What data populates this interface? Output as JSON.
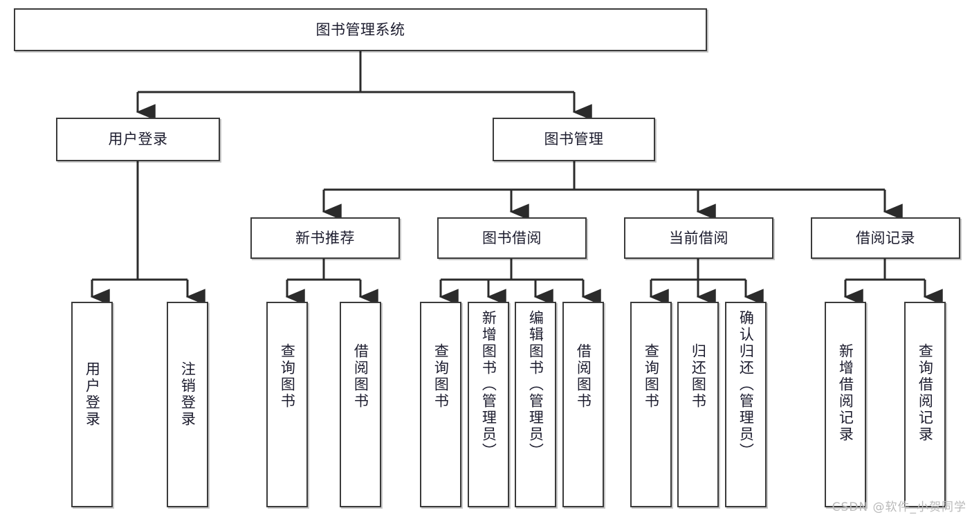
{
  "diagram": {
    "title": "图书管理系统",
    "type": "tree-hierarchy-diagram",
    "colors": {
      "box_stroke": "#3a3a3a",
      "box_fill": "#ffffff",
      "connector": "#2b2b2b",
      "text": "#1c1c2e",
      "watermark": "#b9b9b9"
    },
    "nodes": {
      "root": {
        "label": "图书管理系统"
      },
      "level2": [
        {
          "label": "用户登录"
        },
        {
          "label": "图书管理"
        }
      ],
      "level3": [
        {
          "label": "新书推荐"
        },
        {
          "label": "图书借阅"
        },
        {
          "label": "当前借阅"
        },
        {
          "label": "借阅记录"
        }
      ],
      "leaves": {
        "user_login": [
          {
            "label": "用户登录"
          },
          {
            "label": "注销登录"
          }
        ],
        "new_book_recommend": [
          {
            "label": "查询图书"
          },
          {
            "label": "借阅图书"
          }
        ],
        "book_borrow": [
          {
            "label": "查询图书"
          },
          {
            "label": "新增图书（管理员）"
          },
          {
            "label": "编辑图书（管理员）"
          },
          {
            "label": "借阅图书"
          }
        ],
        "current_borrow": [
          {
            "label": "查询图书"
          },
          {
            "label": "归还图书"
          },
          {
            "label": "确认归还（管理员）"
          }
        ],
        "borrow_record": [
          {
            "label": "新增借阅记录"
          },
          {
            "label": "查询借阅记录"
          }
        ]
      }
    }
  },
  "watermark": {
    "text": "CSDN @软件_小贺同学"
  }
}
